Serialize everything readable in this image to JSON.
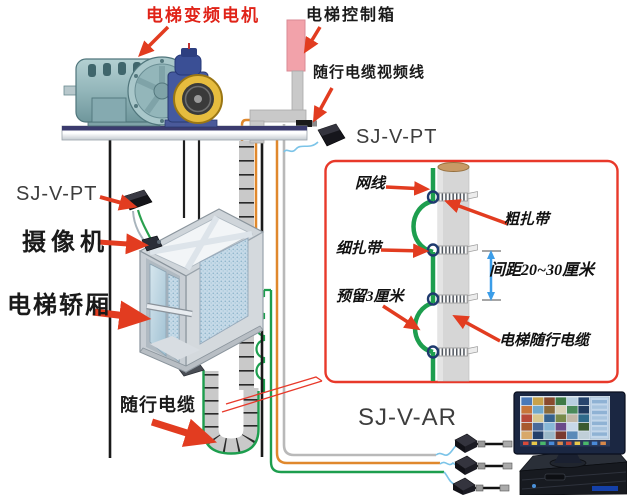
{
  "diagram_title": "elevator-video-surveillance-wiring-diagram",
  "labels": {
    "motor": "电梯变频电机",
    "control_box": "电梯控制箱",
    "video_line": "随行电缆视频线",
    "sj_v_pt_top": "SJ-V-PT",
    "sj_v_pt_left": "SJ-V-PT",
    "camera": "摄像机",
    "car": "电梯轿厢",
    "trailing_cable": "随行电缆",
    "sj_v_ar": "SJ-V-AR"
  },
  "inset": {
    "net_cable": "网线",
    "thick_tie": "粗扎带",
    "thin_tie": "细扎带",
    "spacing": "间距20~30厘米",
    "reserve": "预留3厘米",
    "car_cable": "电梯随行电缆"
  },
  "colors": {
    "label_red": "#e02318",
    "arrow_red": "#e23c20",
    "inset_border_red": "#e8392a",
    "net_cable_green": "#1d9e4e",
    "power_cable_orange": "#e0882c",
    "video_line_gray": "#b9b9b9",
    "control_box_pink": "#f2a2aa",
    "spacing_arrow_blue": "#3b9de8",
    "squiggle_blue": "#7cc4e8",
    "beam_navy": "#3b3b6e",
    "motor_teal": "#9dbfc2",
    "traction_blue": "#44599f",
    "sheave_yellow": "#e6bc3e"
  },
  "monitor": {
    "cols": 6,
    "rows": 5,
    "cell_colors": [
      "#4a79b8",
      "#c8a24a",
      "#8a4a2e",
      "#3f7a46",
      "#b8cfe0",
      "#27456e",
      "#c8763a",
      "#6fa8cc",
      "#8a6a3a",
      "#dad2b8",
      "#4a8a5a",
      "#1f3a5e",
      "#b84a3a",
      "#d8c890",
      "#35618e",
      "#7a8a4a",
      "#c2b8a8",
      "#2e6a8a",
      "#a85a2e",
      "#4a6a9a",
      "#88b8d8",
      "#6a4a8a",
      "#c8d8e8",
      "#3a5a2e",
      "#d8a868",
      "#23406a",
      "#9ab8c8",
      "#7a3a2e",
      "#5a8ab8",
      "#c0cfd8"
    ]
  }
}
